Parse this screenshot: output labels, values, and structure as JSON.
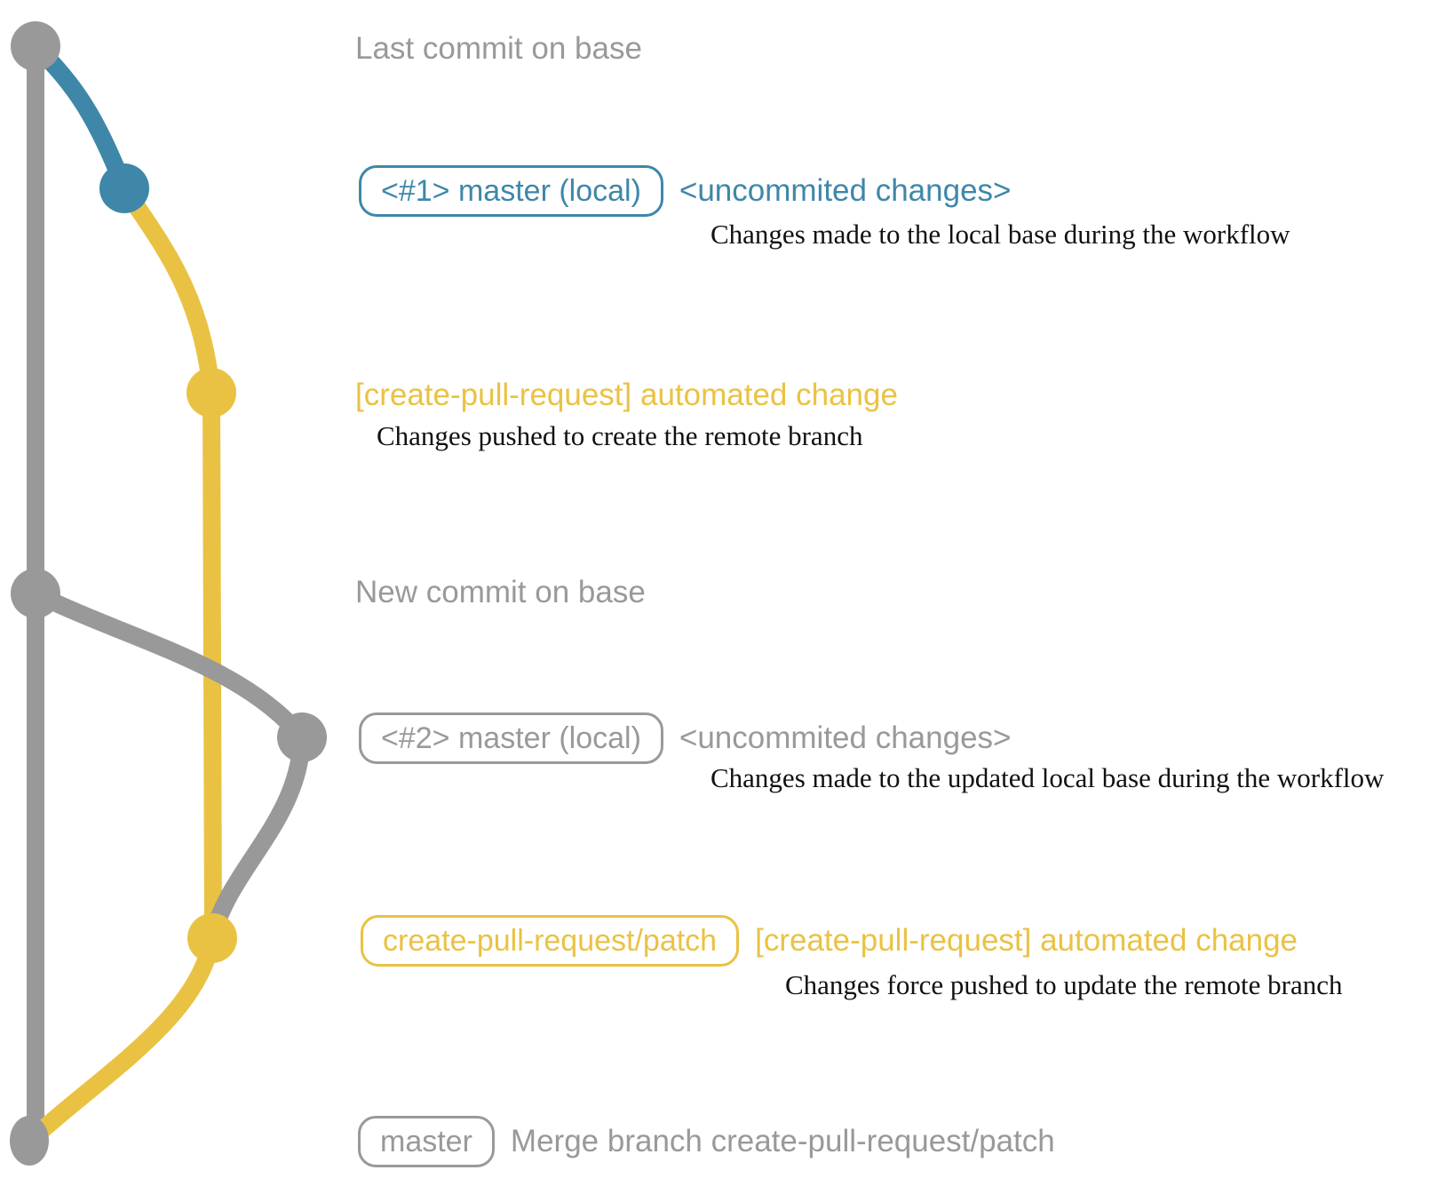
{
  "colors": {
    "gray": "#999999",
    "blue": "#3e87a9",
    "yellow": "#eac243",
    "ink": "#111111"
  },
  "graph": {
    "branches": [
      {
        "name": "base",
        "color_key": "gray"
      },
      {
        "name": "master (local) #1",
        "color_key": "blue"
      },
      {
        "name": "create-pull-request/patch",
        "color_key": "yellow"
      },
      {
        "name": "master (local) #2",
        "color_key": "gray"
      }
    ],
    "commits": [
      {
        "id": "last-commit-on-base",
        "branch": "base",
        "color_key": "gray"
      },
      {
        "id": "uncommited-changes-1",
        "branch": "master (local) #1",
        "color_key": "blue"
      },
      {
        "id": "automated-change-1",
        "branch": "create-pull-request/patch",
        "color_key": "yellow"
      },
      {
        "id": "new-commit-on-base",
        "branch": "base",
        "color_key": "gray"
      },
      {
        "id": "uncommited-changes-2",
        "branch": "master (local) #2",
        "color_key": "gray"
      },
      {
        "id": "automated-change-2",
        "branch": "create-pull-request/patch",
        "color_key": "yellow"
      },
      {
        "id": "merge-commit",
        "branch": "base",
        "color_key": "gray"
      }
    ]
  },
  "annotations": {
    "last_commit": "Last commit on base",
    "row1": {
      "badge": "<#1> master (local)",
      "message": "<uncommited changes>",
      "note": "Changes made to the local base during the workflow"
    },
    "row2": {
      "message": "[create-pull-request] automated change",
      "note": "Changes pushed to create the remote branch"
    },
    "new_commit": "New commit on base",
    "row3": {
      "badge": "<#2> master (local)",
      "message": "<uncommited changes>",
      "note": "Changes made to the updated local base during the workflow"
    },
    "row4": {
      "badge": "create-pull-request/patch",
      "message": "[create-pull-request] automated change",
      "note": "Changes force pushed to update the remote branch"
    },
    "row5": {
      "badge": "master",
      "message": "Merge branch create-pull-request/patch"
    }
  }
}
